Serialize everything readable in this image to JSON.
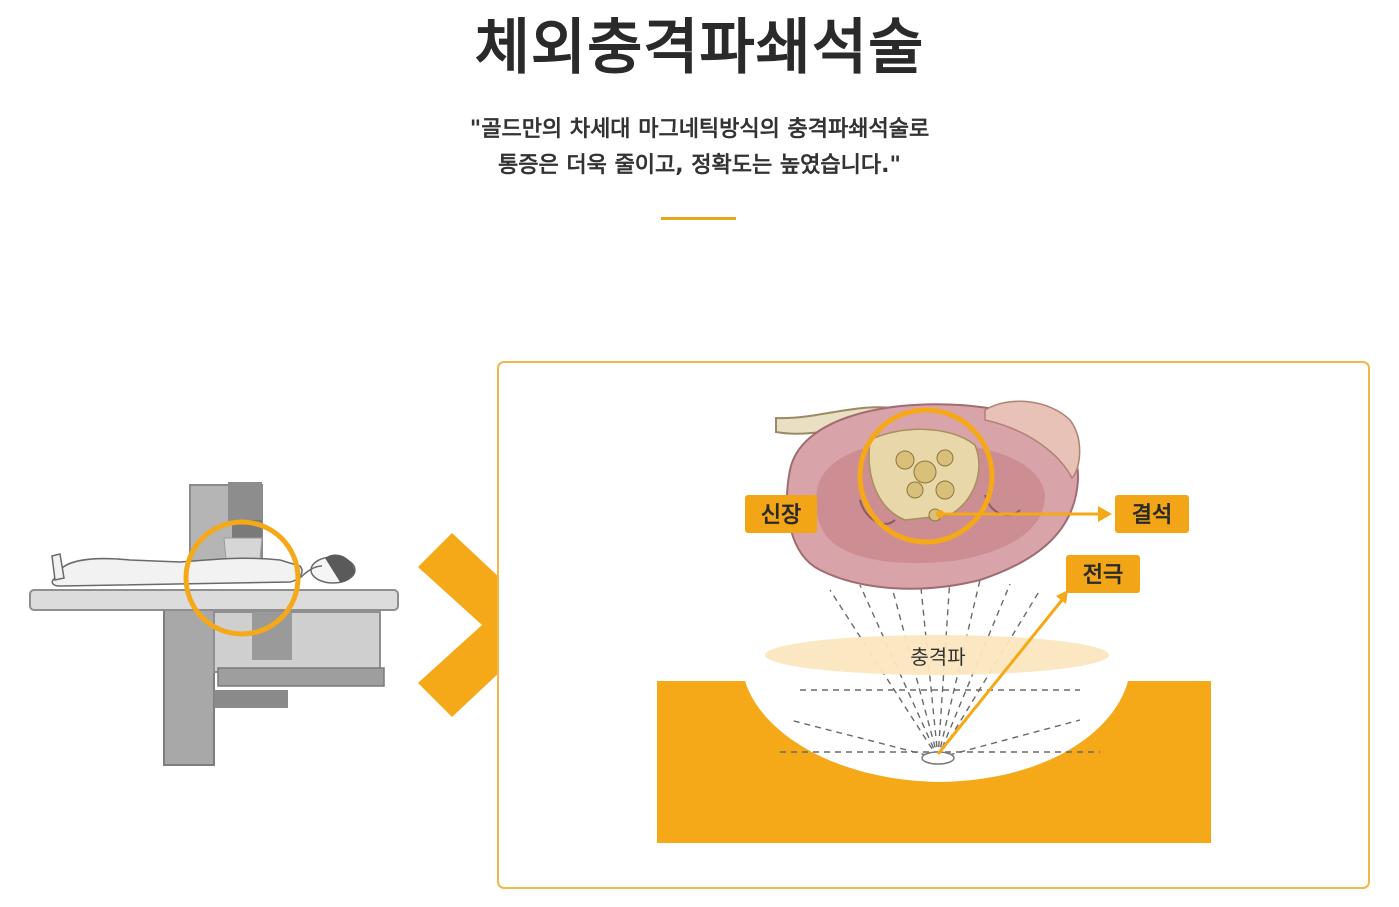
{
  "header": {
    "title": "체외충격파쇄석술",
    "subtitle_line1": "\"골드만의 차세대 마그네틱방식의 충격파쇄석술로",
    "subtitle_line2": "통증은 더욱 줄이고, 정확도는 높였습니다.\""
  },
  "diagram": {
    "label_kidney": "신장",
    "label_stone": "결석",
    "label_electrode": "전극",
    "label_shockwave": "충격파"
  },
  "colors": {
    "accent": "#f5a818",
    "accent_dark": "#e39a0c",
    "panel_border": "#f0b84a",
    "label_bg": "#f2a516",
    "wave_ellipse": "#fbe6bf",
    "machine_gray": "#9a9a9a"
  },
  "icons": {
    "chevrons": "double-chevron-right-icon",
    "target_circle": "focus-ring-icon"
  }
}
